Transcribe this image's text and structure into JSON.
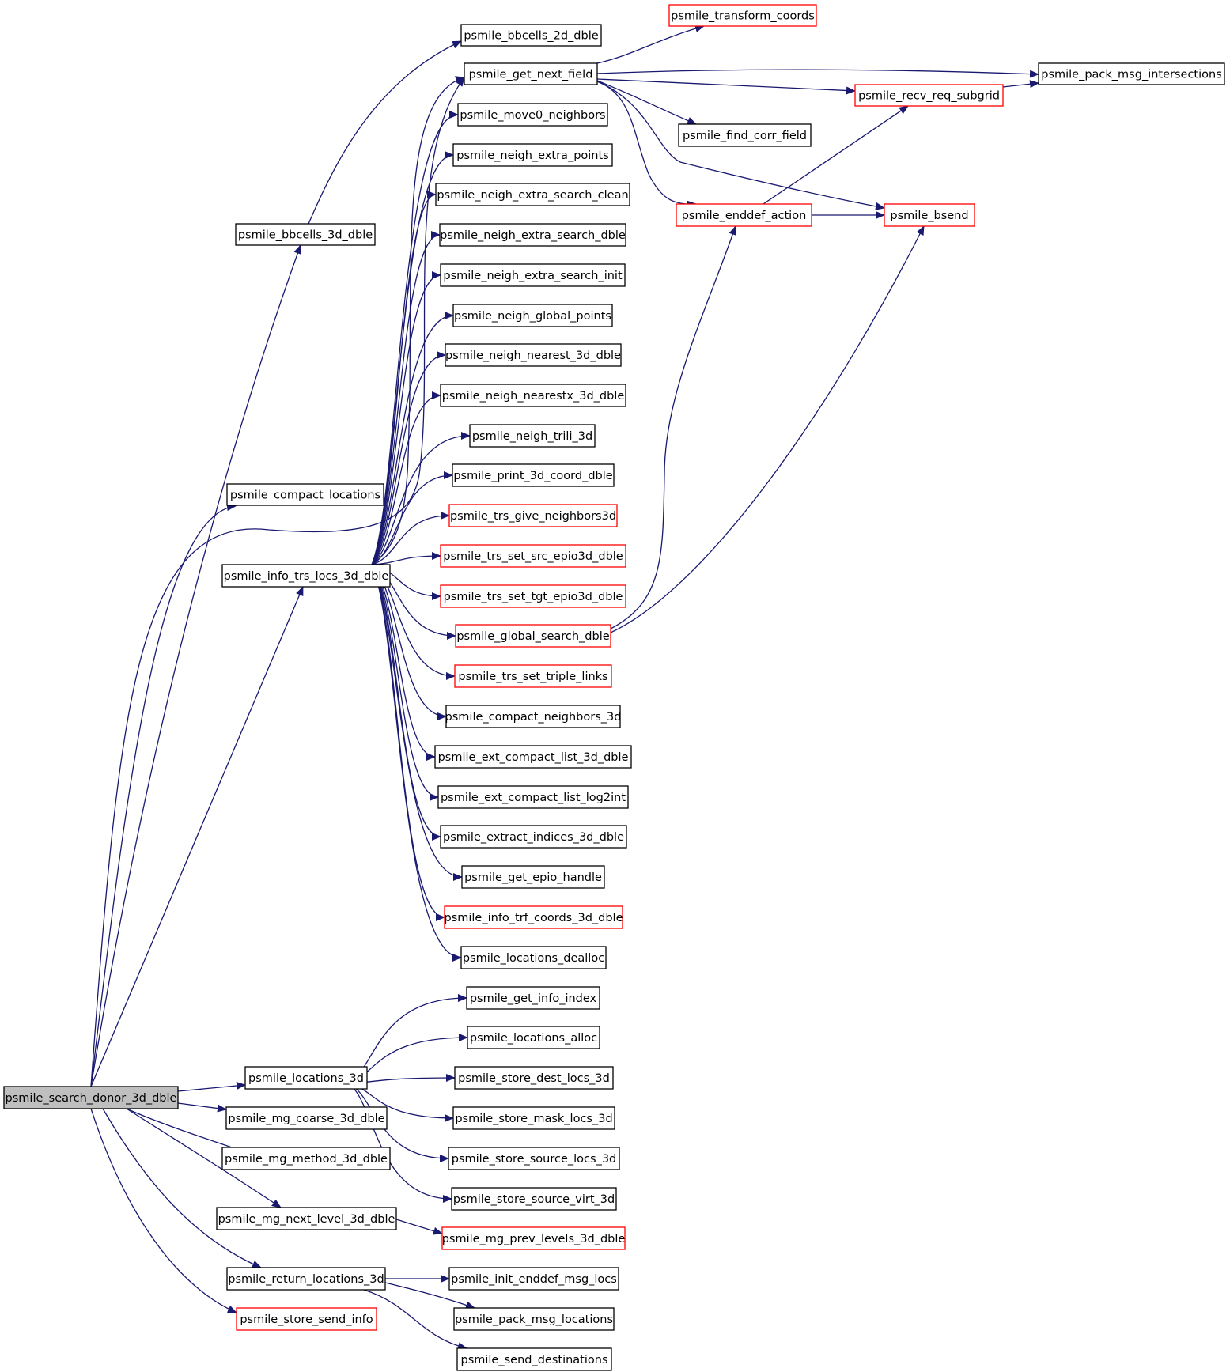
{
  "colors": {
    "edge": "#191970",
    "node_border": "#000000",
    "node_border_incomplete": "#ff0000",
    "root_fill": "#bfbfbf",
    "background": "#ffffff"
  },
  "nodes": [
    {
      "id": "root",
      "label": "psmile_search_donor_3d_dble",
      "style": "root"
    },
    {
      "id": "bbcells3d",
      "label": "psmile_bbcells_3d_dble"
    },
    {
      "id": "bbcells2d",
      "label": "psmile_bbcells_2d_dble"
    },
    {
      "id": "compact_loc",
      "label": "psmile_compact_locations"
    },
    {
      "id": "getnext",
      "label": "psmile_get_next_field"
    },
    {
      "id": "info_trs",
      "label": "psmile_info_trs_locs_3d_dble"
    },
    {
      "id": "transform",
      "label": "psmile_transform_coords",
      "style": "red"
    },
    {
      "id": "pack_inter",
      "label": "psmile_pack_msg_intersections"
    },
    {
      "id": "recv_req",
      "label": "psmile_recv_req_subgrid",
      "style": "red"
    },
    {
      "id": "find_corr",
      "label": "psmile_find_corr_field"
    },
    {
      "id": "enddef",
      "label": "psmile_enddef_action",
      "style": "red"
    },
    {
      "id": "bsend",
      "label": "psmile_bsend",
      "style": "red"
    },
    {
      "id": "move0",
      "label": "psmile_move0_neighbors"
    },
    {
      "id": "neigh_extra_pts",
      "label": "psmile_neigh_extra_points"
    },
    {
      "id": "neigh_extra_clean",
      "label": "psmile_neigh_extra_search_clean"
    },
    {
      "id": "neigh_extra_dble",
      "label": "psmile_neigh_extra_search_dble"
    },
    {
      "id": "neigh_extra_init",
      "label": "psmile_neigh_extra_search_init"
    },
    {
      "id": "neigh_global",
      "label": "psmile_neigh_global_points"
    },
    {
      "id": "neigh_nearest",
      "label": "psmile_neigh_nearest_3d_dble"
    },
    {
      "id": "neigh_nearestx",
      "label": "psmile_neigh_nearestx_3d_dble"
    },
    {
      "id": "neigh_trili",
      "label": "psmile_neigh_trili_3d"
    },
    {
      "id": "print3d",
      "label": "psmile_print_3d_coord_dble"
    },
    {
      "id": "trs_give",
      "label": "psmile_trs_give_neighbors3d",
      "style": "red"
    },
    {
      "id": "trs_src",
      "label": "psmile_trs_set_src_epio3d_dble",
      "style": "red"
    },
    {
      "id": "trs_tgt",
      "label": "psmile_trs_set_tgt_epio3d_dble",
      "style": "red"
    },
    {
      "id": "global_search",
      "label": "psmile_global_search_dble",
      "style": "red"
    },
    {
      "id": "trs_triple",
      "label": "psmile_trs_set_triple_links",
      "style": "red"
    },
    {
      "id": "compact_nb",
      "label": "psmile_compact_neighbors_3d"
    },
    {
      "id": "ext_compact",
      "label": "psmile_ext_compact_list_3d_dble"
    },
    {
      "id": "ext_log2int",
      "label": "psmile_ext_compact_list_log2int"
    },
    {
      "id": "extract_idx",
      "label": "psmile_extract_indices_3d_dble"
    },
    {
      "id": "get_epio",
      "label": "psmile_get_epio_handle"
    },
    {
      "id": "info_trf",
      "label": "psmile_info_trf_coords_3d_dble",
      "style": "red"
    },
    {
      "id": "loc_dealloc",
      "label": "psmile_locations_dealloc"
    },
    {
      "id": "get_info_idx",
      "label": "psmile_get_info_index"
    },
    {
      "id": "loc_alloc",
      "label": "psmile_locations_alloc"
    },
    {
      "id": "locations3d",
      "label": "psmile_locations_3d"
    },
    {
      "id": "store_dest",
      "label": "psmile_store_dest_locs_3d"
    },
    {
      "id": "mg_coarse",
      "label": "psmile_mg_coarse_3d_dble"
    },
    {
      "id": "store_mask",
      "label": "psmile_store_mask_locs_3d"
    },
    {
      "id": "mg_method",
      "label": "psmile_mg_method_3d_dble"
    },
    {
      "id": "store_src_locs",
      "label": "psmile_store_source_locs_3d"
    },
    {
      "id": "store_src_virt",
      "label": "psmile_store_source_virt_3d"
    },
    {
      "id": "mg_next",
      "label": "psmile_mg_next_level_3d_dble"
    },
    {
      "id": "mg_prev",
      "label": "psmile_mg_prev_levels_3d_dble",
      "style": "red"
    },
    {
      "id": "return_loc",
      "label": "psmile_return_locations_3d"
    },
    {
      "id": "init_enddef",
      "label": "psmile_init_enddef_msg_locs"
    },
    {
      "id": "pack_loc",
      "label": "psmile_pack_msg_locations"
    },
    {
      "id": "store_send",
      "label": "psmile_store_send_info",
      "style": "red"
    },
    {
      "id": "send_dest",
      "label": "psmile_send_destinations"
    }
  ],
  "edges": [
    [
      "root",
      "bbcells3d"
    ],
    [
      "root",
      "compact_loc"
    ],
    [
      "root",
      "getnext"
    ],
    [
      "root",
      "info_trs"
    ],
    [
      "root",
      "locations3d"
    ],
    [
      "root",
      "mg_coarse"
    ],
    [
      "root",
      "mg_method"
    ],
    [
      "root",
      "mg_next"
    ],
    [
      "root",
      "return_loc"
    ],
    [
      "root",
      "store_send"
    ],
    [
      "bbcells3d",
      "bbcells2d"
    ],
    [
      "getnext",
      "transform"
    ],
    [
      "getnext",
      "pack_inter"
    ],
    [
      "getnext",
      "recv_req"
    ],
    [
      "getnext",
      "find_corr"
    ],
    [
      "getnext",
      "enddef"
    ],
    [
      "getnext",
      "bsend"
    ],
    [
      "recv_req",
      "pack_inter"
    ],
    [
      "enddef",
      "recv_req"
    ],
    [
      "enddef",
      "bsend"
    ],
    [
      "info_trs",
      "getnext"
    ],
    [
      "info_trs",
      "move0"
    ],
    [
      "info_trs",
      "neigh_extra_pts"
    ],
    [
      "info_trs",
      "neigh_extra_clean"
    ],
    [
      "info_trs",
      "neigh_extra_dble"
    ],
    [
      "info_trs",
      "neigh_extra_init"
    ],
    [
      "info_trs",
      "neigh_global"
    ],
    [
      "info_trs",
      "neigh_nearest"
    ],
    [
      "info_trs",
      "neigh_nearestx"
    ],
    [
      "info_trs",
      "neigh_trili"
    ],
    [
      "info_trs",
      "print3d"
    ],
    [
      "info_trs",
      "trs_give"
    ],
    [
      "info_trs",
      "trs_src"
    ],
    [
      "info_trs",
      "trs_tgt"
    ],
    [
      "info_trs",
      "global_search"
    ],
    [
      "info_trs",
      "trs_triple"
    ],
    [
      "info_trs",
      "compact_nb"
    ],
    [
      "info_trs",
      "ext_compact"
    ],
    [
      "info_trs",
      "ext_log2int"
    ],
    [
      "info_trs",
      "extract_idx"
    ],
    [
      "info_trs",
      "get_epio"
    ],
    [
      "info_trs",
      "info_trf"
    ],
    [
      "info_trs",
      "loc_dealloc"
    ],
    [
      "global_search",
      "enddef"
    ],
    [
      "global_search",
      "bsend"
    ],
    [
      "locations3d",
      "get_info_idx"
    ],
    [
      "locations3d",
      "loc_alloc"
    ],
    [
      "locations3d",
      "store_dest"
    ],
    [
      "locations3d",
      "store_mask"
    ],
    [
      "locations3d",
      "store_src_locs"
    ],
    [
      "locations3d",
      "store_src_virt"
    ],
    [
      "mg_next",
      "mg_prev"
    ],
    [
      "return_loc",
      "init_enddef"
    ],
    [
      "return_loc",
      "pack_loc"
    ],
    [
      "return_loc",
      "send_dest"
    ]
  ]
}
